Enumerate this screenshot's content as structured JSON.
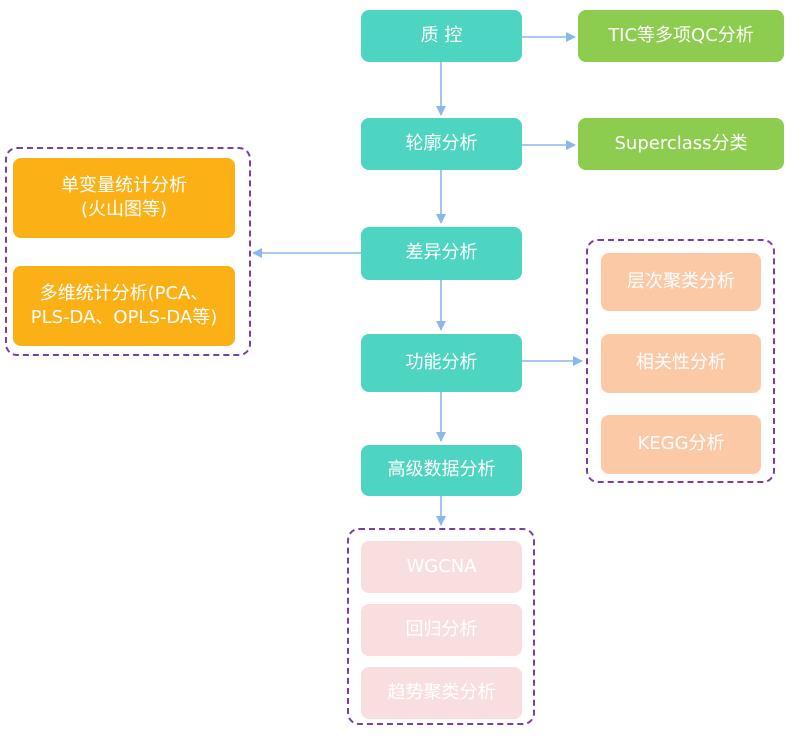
{
  "main_flow": {
    "qc": "质 控",
    "profile": "轮廓分析",
    "diff": "差异分析",
    "function": "功能分析",
    "advanced": "高级数据分析"
  },
  "right_top": {
    "qc_detail": "TIC等多项QC分析",
    "superclass": "Superclass分类"
  },
  "left_group": {
    "univariate": "单变量统计分析\n(火山图等)",
    "multivariate": "多维统计分析(PCA、\nPLS-DA、OPLS-DA等)"
  },
  "right_group": {
    "cluster": "层次聚类分析",
    "correlation": "相关性分析",
    "kegg": "KEGG分析"
  },
  "bottom_group": {
    "wgcna": "WGCNA",
    "regression": "回归分析",
    "trend": "趋势聚类分析"
  },
  "colors": {
    "teal": "#4ed5c2",
    "green": "#8ccd4f",
    "orange": "#fbb015",
    "peach": "#fcc9a7",
    "pink": "#f8dede",
    "arrow": "#8ab8ee",
    "group_border": "#7a3fa0"
  }
}
